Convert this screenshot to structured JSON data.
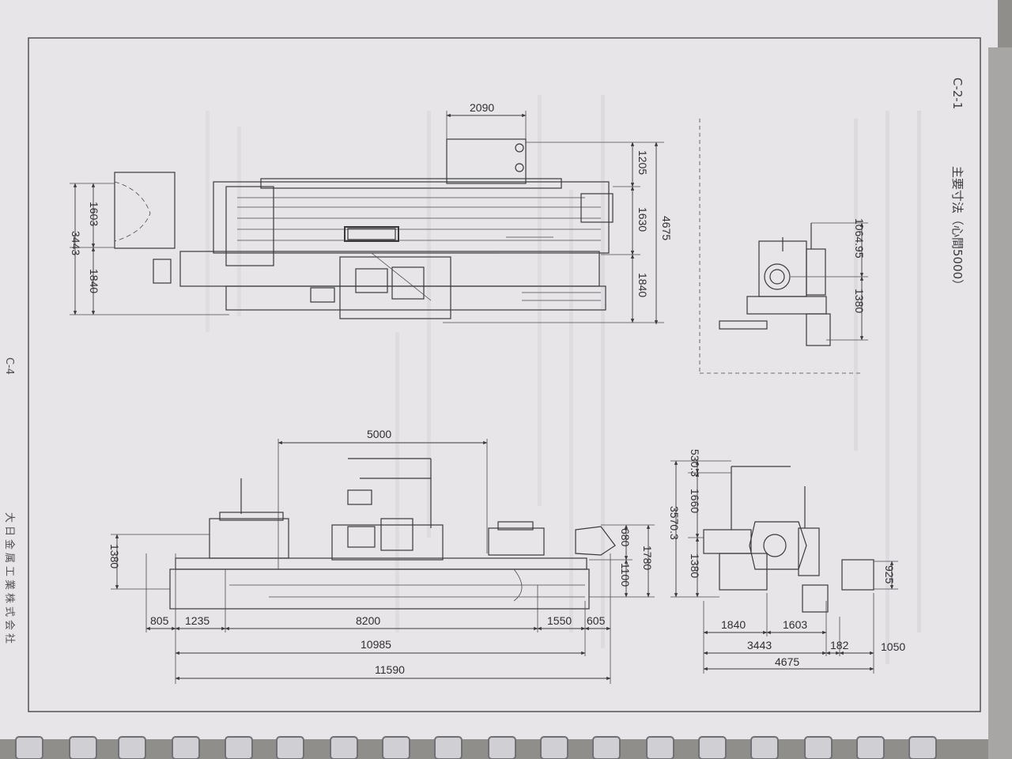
{
  "header": {
    "section": "C-2-1",
    "title": "主要寸法（心間5000）"
  },
  "footer": {
    "page": "C-4",
    "company": "大日金属工業株式会社"
  },
  "top_view": {
    "dims": {
      "top_width": "2090",
      "left_outer": "3443",
      "left_upper": "1603",
      "left_lower": "1840",
      "right_outer": "4675",
      "right_a": "1205",
      "right_b": "1630",
      "right_c": "1840"
    }
  },
  "end_view_top": {
    "dims": {
      "upper": "1064.95",
      "lower": "1380"
    }
  },
  "front_view": {
    "dims": {
      "centers": "5000",
      "left_height": "1380",
      "right_680": "680",
      "right_1100": "1100",
      "right_1780": "1780",
      "b805": "805",
      "b1235": "1235",
      "b8200": "8200",
      "b1550": "1550",
      "b605": "605",
      "b10985": "10985",
      "b11590": "11590"
    }
  },
  "side_view": {
    "dims": {
      "v530": "530.3",
      "v1660": "1660",
      "v3570": "3570.3",
      "v1380": "1380",
      "v925": "925",
      "b1840": "1840",
      "b1603": "1603",
      "b3443": "3443",
      "b182": "182",
      "b1050": "1050",
      "b4675": "4675"
    }
  }
}
